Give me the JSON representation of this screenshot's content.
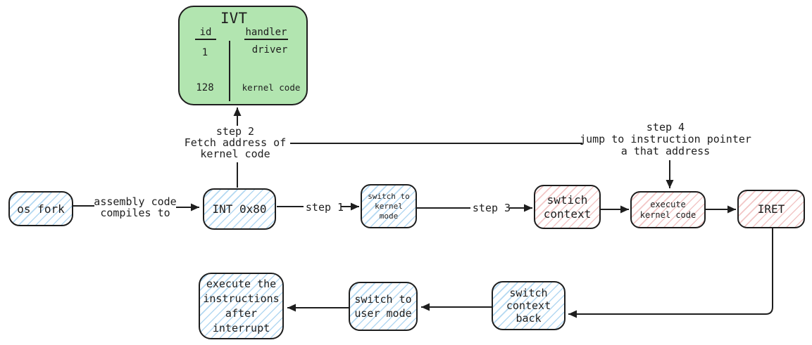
{
  "ivt": {
    "title": "IVT",
    "col_id": "id",
    "col_handler": "handler",
    "rows": [
      {
        "id": "1",
        "handler": "driver"
      },
      {
        "id": "128",
        "handler": "kernel code"
      }
    ]
  },
  "nodes": {
    "os_fork": "os fork",
    "int_0x80": "INT 0x80",
    "switch_kernel_mode": "switch to\nkernel\nmode",
    "switch_context": "swtich\ncontext",
    "execute_kernel_code": "execute\nkernel code",
    "iret": "IRET",
    "switch_context_back": "switch\ncontext\nback",
    "switch_user_mode": "switch to\nuser mode",
    "execute_after_interrupt": "execute the\ninstructions\nafter\ninterrupt"
  },
  "labels": {
    "assembly": "assembly code\ncompiles to",
    "step1": "step 1",
    "step2": "step 2\nFetch address of\nkernel code",
    "step3": "step 3",
    "step4": "step 4\njump to instruction pointer\na that address"
  },
  "colors": {
    "stroke": "#1e1e1e",
    "blue_hatch": "#b3d8f2",
    "pink_hatch": "#f2c6c6",
    "ivt_green": "#b2e5b0",
    "background": "#ffffff"
  }
}
